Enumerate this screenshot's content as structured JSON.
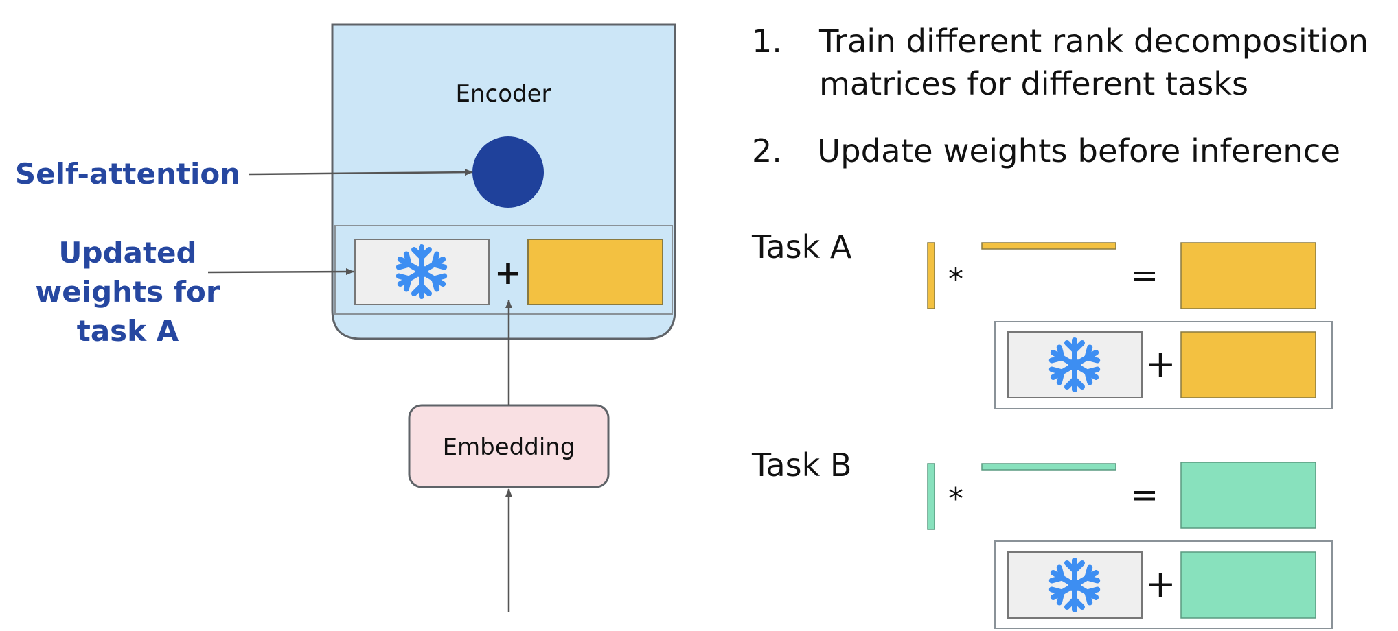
{
  "labels": {
    "encoder": "Encoder",
    "embedding": "Embedding",
    "self_attention": "Self-attention",
    "updated_weights": [
      "Updated",
      "weights for",
      "task A"
    ]
  },
  "steps": [
    {
      "num": "1.",
      "lines": [
        "Train different rank decomposition",
        "matrices for different tasks"
      ]
    },
    {
      "num": "2.",
      "lines": [
        "Update weights before inference"
      ]
    }
  ],
  "tasks": {
    "a": {
      "label": "Task A",
      "color": "#f3c141"
    },
    "b": {
      "label": "Task B",
      "color": "#88e1bd"
    }
  },
  "operators": {
    "plus": "+",
    "times": "*",
    "equals": "="
  },
  "icons": {
    "frozen": "snowflake-icon"
  },
  "colors": {
    "label_blue": "#2647a0",
    "attention_dot": "#1f419b",
    "encoder_bg": "#cce6f7",
    "embedding_bg": "#f9e0e3",
    "frozen_bg": "#efefef",
    "snowflake": "#3d8ef2",
    "arrow": "#555555"
  }
}
